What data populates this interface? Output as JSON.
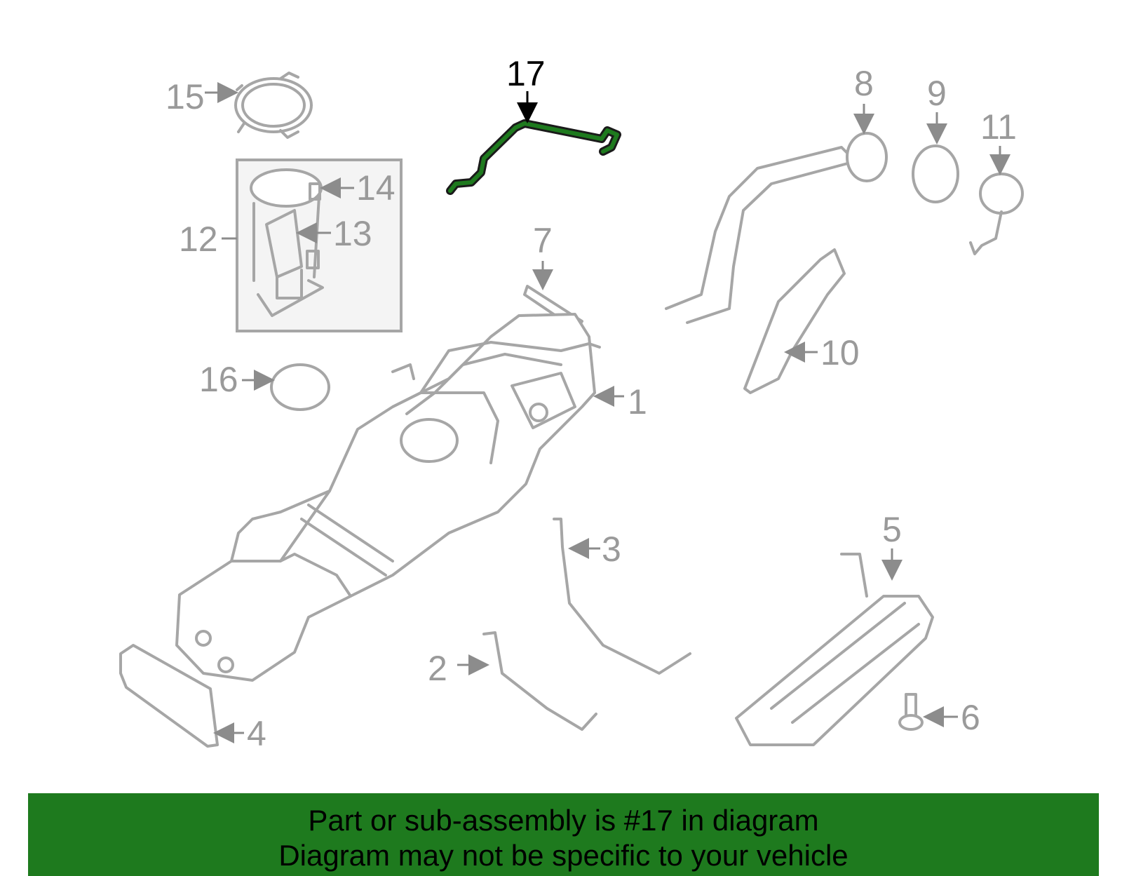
{
  "callouts": {
    "c1": "1",
    "c2": "2",
    "c3": "3",
    "c4": "4",
    "c5": "5",
    "c6": "6",
    "c7": "7",
    "c8": "8",
    "c9": "9",
    "c10": "10",
    "c11": "11",
    "c12": "12",
    "c13": "13",
    "c14": "14",
    "c15": "15",
    "c16": "16",
    "c17": "17"
  },
  "highlight": {
    "part_number": "17",
    "color": "#1e7a1e"
  },
  "colors": {
    "part_line": "#a6a6a6",
    "callout_text": "#9a9a9a",
    "banner": "#1e7a1e"
  },
  "banner": {
    "line1": "Part or sub-assembly is #17 in diagram",
    "line2": "Diagram may not be specific to your vehicle"
  }
}
